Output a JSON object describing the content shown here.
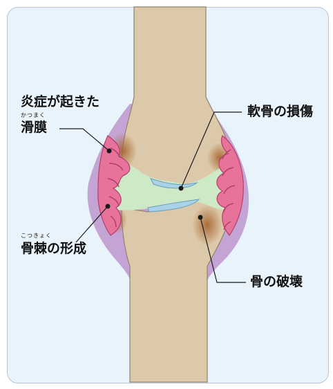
{
  "labels": {
    "inflamed": {
      "line1": "炎症が起きた",
      "ruby": "かつまく",
      "line2": "滑膜"
    },
    "cartilage": "軟骨の損傷",
    "osteophyte": {
      "ruby": "こつきょく",
      "text": "骨棘の形成"
    },
    "bone_destruction": "骨の破壊"
  },
  "colors": {
    "background": "#e8f3fb",
    "bone": "#dcc9a9",
    "capsule": "#c4a4d4",
    "synovium": "#e8739a",
    "joint_space": "#cde9c6",
    "cartilage": "#a9d2e6",
    "erosion": "#a5622d"
  }
}
